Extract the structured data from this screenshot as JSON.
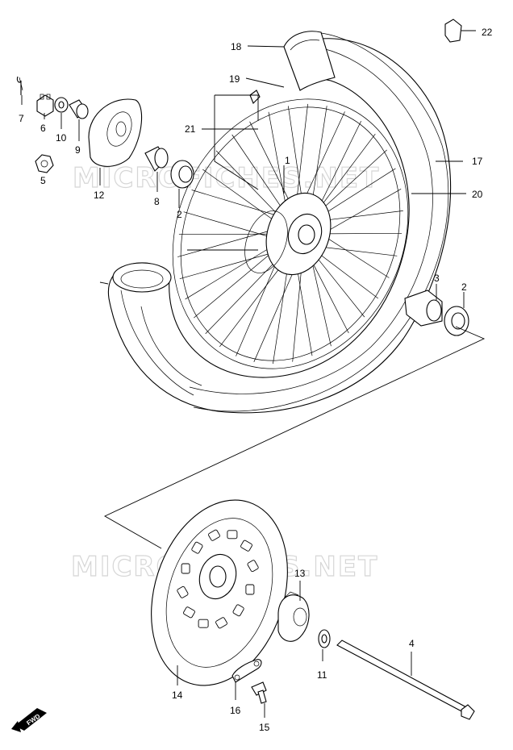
{
  "watermarks": [
    "MICROFICHES.NET",
    "MICROFICHES.NET"
  ],
  "fwd_badge": "FWD",
  "callouts": {
    "c1": "1",
    "c2a": "2",
    "c2b": "2",
    "c3": "3",
    "c4": "4",
    "c5": "5",
    "c6": "6",
    "c7": "7",
    "c8": "8",
    "c9": "9",
    "c10": "10",
    "c11": "11",
    "c12": "12",
    "c13": "13",
    "c14": "14",
    "c15": "15",
    "c16": "16",
    "c17": "17",
    "c18": "18",
    "c19": "19",
    "c20": "20",
    "c21": "21",
    "c22": "22"
  }
}
